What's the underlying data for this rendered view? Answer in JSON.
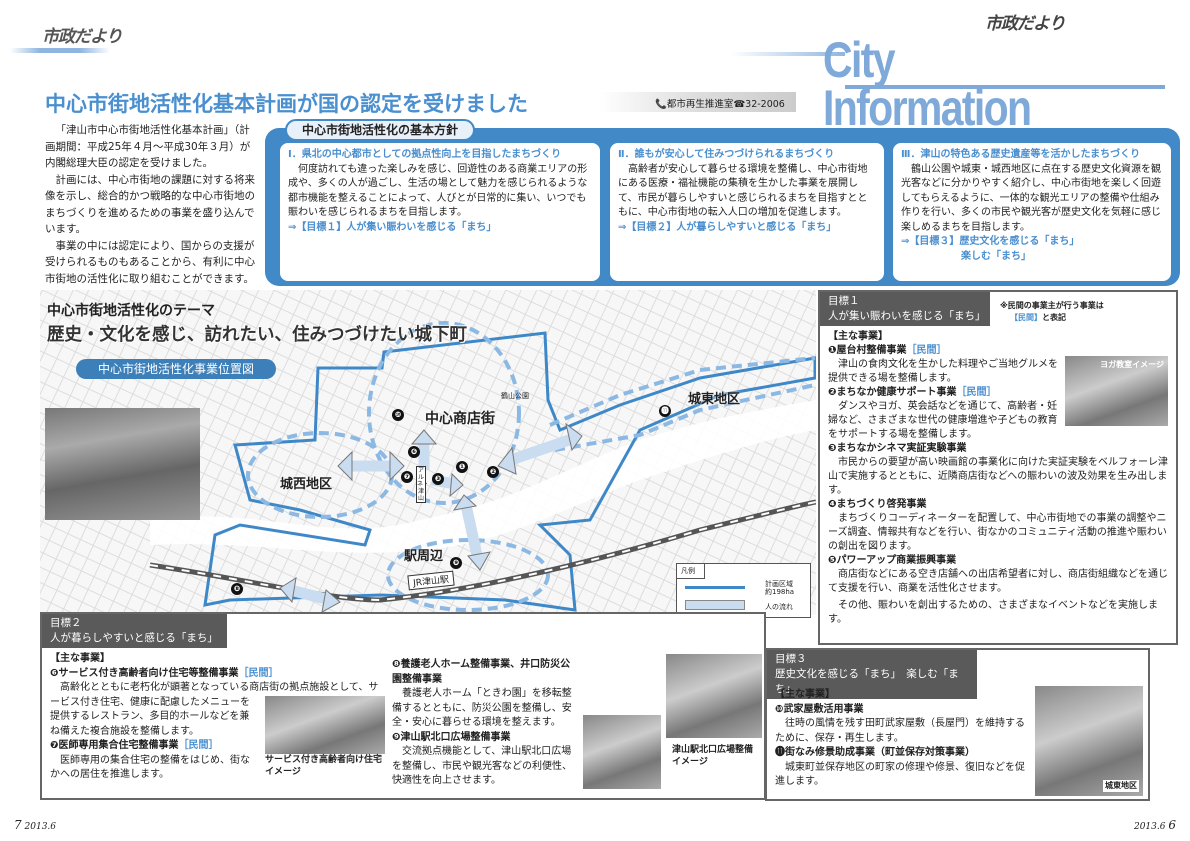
{
  "header": {
    "section_left": "市政だより",
    "logo_small": "市政だより",
    "logo_big": "City Information"
  },
  "article": {
    "title": "中心市街地活性化基本計画が国の認定を受けました",
    "contact": "📞都市再生推進室☎32-2006",
    "intro": [
      "「津山市中心市街地活性化基本計画」（計画期間：平成25年４月〜平成30年３月）が内閣総理大臣の認定を受けました。",
      "計画には、中心市街地の課題に対する将来像を示し、総合的かつ戦略的な中心市街地のまちづくりを進めるための事業を盛り込んでいます。",
      "事業の中には認定により、国からの支援が受けられるものもあることから、有利に中心市街地の活性化に取り組むことができます。"
    ]
  },
  "policy": {
    "tag": "中心市街地活性化の基本方針",
    "items": [
      {
        "heading": "Ⅰ．県北の中心都市としての拠点性向上を目指したまちづくり",
        "body": "何度訪れても違った楽しみを感じ、回遊性のある商業エリアの形成や、多くの人が過ごし、生活の場として魅力を感じられるような都市機能を整えることによって、人びとが日常的に集い、いつでも賑わいを感じられるまちを目指します。",
        "goal": "⇒【目標１】人が集い賑わいを感じる「まち」"
      },
      {
        "heading": "Ⅱ．誰もが安心して住みつづけられるまちづくり",
        "body": "高齢者が安心して暮らせる環境を整備し、中心市街地にある医療・福祉機能の集積を生かした事業を展開して、市民が暮らしやすいと感じられるまちを目指すとともに、中心市街地の転入人口の増加を促進します。",
        "goal": "⇒【目標２】人が暮らしやすいと感じる「まち」"
      },
      {
        "heading": "Ⅲ．津山の特色ある歴史遺産等を活かしたまちづくり",
        "body": "鶴山公園や城東・城西地区に点在する歴史文化資源を観光客などに分かりやすく紹介し、中心市街地を楽しく回遊してもらえるように、一体的な観光エリアの整備や仕組み作りを行い、多くの市民や観光客が歴史文化を気軽に感じ楽しめるまちを目指します。",
        "goal": "⇒【目標３】歴史文化を感じる「まち」",
        "goal2": "楽しむ「まち」"
      }
    ]
  },
  "map": {
    "theme_label": "中心市街地活性化のテーマ",
    "theme": "歴史・文化を感じ、訪れたい、住みつづけたい城下町",
    "pill": "中心市街地活性化事業位置図",
    "labels": {
      "center": "中心商店街",
      "west": "城西地区",
      "east": "城東地区",
      "station": "駅周辺",
      "park": "鶴山公園",
      "jr": "JR津山駅",
      "arne": "アルネ・津山"
    },
    "numbers": [
      "❶",
      "❷",
      "❸",
      "❻",
      "❼",
      "❽",
      "❾",
      "❿",
      "⓫"
    ],
    "legend": {
      "title": "凡例",
      "area": "計画区域",
      "area2": "約198ha",
      "flow": "人の流れ"
    }
  },
  "goal1": {
    "label": "目標１",
    "title": "人が集い賑わいを感じる「まち」",
    "note": "※民間の事業主が行う事業は",
    "note2": "【民間】",
    "note3": "と表記",
    "main": "【主な事業】",
    "photo_caption": "ヨガ教室イメージ",
    "items": [
      {
        "title": "❶屋台村整備事業",
        "tag": "［民間］",
        "body": "津山の食肉文化を生かした料理やご当地グルメを提供できる場を整備します。"
      },
      {
        "title": "❷まちなか健康サポート事業",
        "tag": "［民間］",
        "body": "ダンスやヨガ、英会話などを通じて、高齢者・妊婦など、さまざまな世代の健康増進や子どもの教育をサポートする場を整備します。"
      },
      {
        "title": "❸まちなかシネマ実証実験事業",
        "body": "市民からの要望が高い映画館の事業化に向けた実証実験をベルフォーレ津山で実施するとともに、近隣商店街などへの賑わいの波及効果を生み出します。"
      },
      {
        "title": "❹まちづくり啓発事業",
        "body": "まちづくりコーディネーターを配置して、中心市街地での事業の調整やニーズ調査、情報共有などを行い、街なかのコミュニティ活動の推進や賑わいの創出を図ります。"
      },
      {
        "title": "❺パワーアップ商業振興事業",
        "body": "商店街などにある空き店舗への出店希望者に対し、商店街組織などを通じて支援を行い、商業を活性化させます。"
      }
    ],
    "closing": "その他、賑わいを創出するための、さまざまなイベントなどを実施します。"
  },
  "goal2": {
    "label": "目標２",
    "title": "人が暮らしやすいと感じる「まち」",
    "main": "【主な事業】",
    "items": [
      {
        "title": "❻サービス付き高齢者向け住宅等整備事業",
        "tag": "［民間］",
        "body": "高齢化とともに老朽化が顕著となっている商店街の拠点施設として、サービス付き住宅、健康に配慮したメニューを提供するレストラン、多目的ホールなどを兼ね備えた複合施設を整備します。"
      },
      {
        "title": "❼医師専用集合住宅整備事業",
        "tag": "［民間］",
        "body": "医師専用の集合住宅の整備をはじめ、街なかへの居住を推進します。"
      },
      {
        "title": "❽養護老人ホーム整備事業、井口防災公園整備事業",
        "body": "養護老人ホーム「ときわ園」を移転整備するとともに、防災公園を整備し、安全・安心に暮らせる環境を整えます。"
      },
      {
        "title": "❾津山駅北口広場整備事業",
        "body": "交流拠点機能として、津山駅北口広場を整備し、市民や観光客などの利便性、快適性を向上させます。"
      }
    ],
    "caption_building": "サービス付き高齢者向け住宅イメージ",
    "caption_station": "津山駅北口広場整備イメージ"
  },
  "goal3": {
    "label": "目標３",
    "title": "歴史文化を感じる「まち」　楽しむ「まち」",
    "main": "【主な事業】",
    "items": [
      {
        "title": "❿武家屋敷活用事業",
        "body": "往時の風情を残す田町武家屋敷（長屋門）を維持するために、保存・再生します。"
      },
      {
        "title": "⓫街なみ修景助成事業（町並保存対策事業）",
        "body": "城東町並保存地区の町家の修理や修景、復旧などを促進します。"
      }
    ],
    "photo_caption": "城東地区"
  },
  "footer": {
    "left_page": "7",
    "left_date": "2013.6",
    "right_date": "2013.6",
    "right_page": "6"
  }
}
